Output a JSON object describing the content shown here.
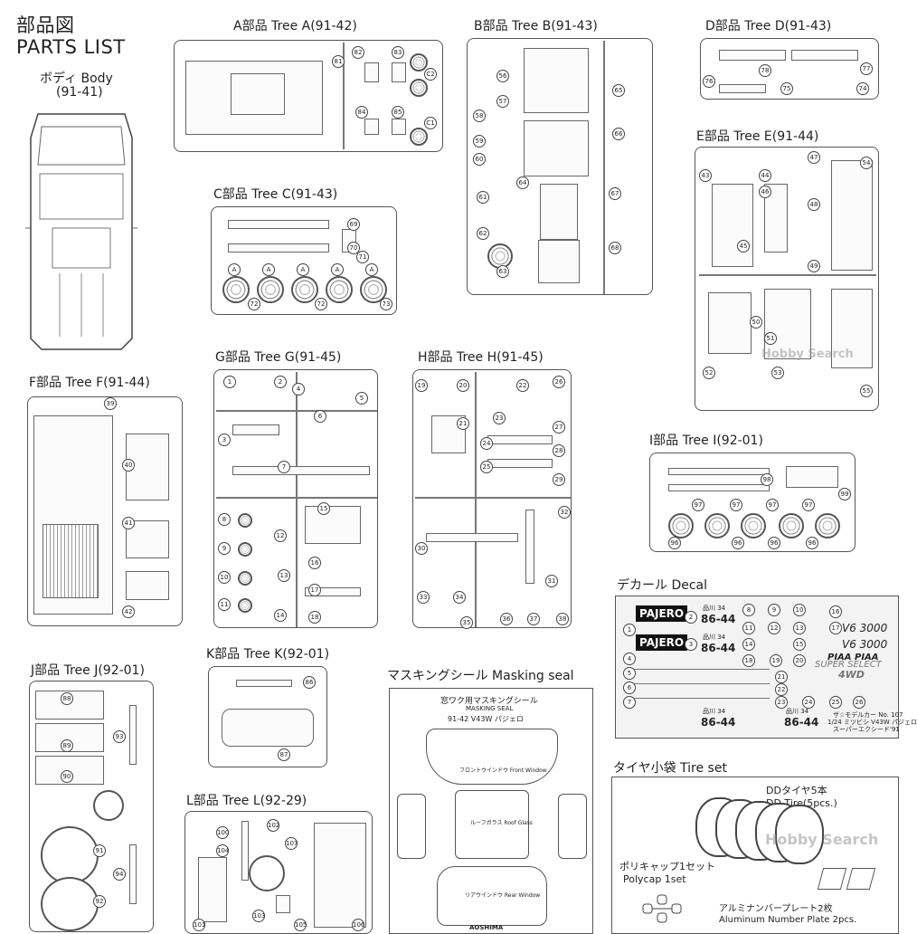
{
  "header": {
    "title_jp": "部品図",
    "title_en": "PARTS LIST"
  },
  "body": {
    "label": "ボディ Body",
    "code": "(91-41)"
  },
  "trees": {
    "a": "A部品 Tree A(91-42)",
    "b": "B部品 Tree B(91-43)",
    "c": "C部品 Tree C(91-43)",
    "d": "D部品 Tree D(91-43)",
    "e": "E部品 Tree E(91-44)",
    "f": "F部品 Tree F(91-44)",
    "g": "G部品 Tree G(91-45)",
    "h": "H部品 Tree H(91-45)",
    "i": "I部品 Tree I(92-01)",
    "j": "J部品 Tree J(92-01)",
    "k": "K部品 Tree K(92-01)",
    "l": "L部品 Tree L(92-29)"
  },
  "part_numbers": {
    "a": [
      "81",
      "82",
      "83",
      "84",
      "85",
      "C1",
      "C2"
    ],
    "b": [
      "56",
      "57",
      "58",
      "59",
      "60",
      "61",
      "62",
      "63",
      "64",
      "65",
      "66",
      "67",
      "68"
    ],
    "c": [
      "69",
      "70",
      "71",
      "72",
      "72",
      "73",
      "A",
      "A",
      "A",
      "A",
      "A"
    ],
    "d": [
      "74",
      "75",
      "76",
      "77",
      "78"
    ],
    "e": [
      "43",
      "44",
      "45",
      "46",
      "47",
      "48",
      "49",
      "50",
      "51",
      "52",
      "53",
      "54",
      "55"
    ],
    "f": [
      "39",
      "40",
      "41",
      "42"
    ],
    "g": [
      "1",
      "2",
      "3",
      "4",
      "5",
      "6",
      "7",
      "8",
      "9",
      "10",
      "11",
      "12",
      "13",
      "14",
      "15",
      "16",
      "17",
      "18"
    ],
    "h": [
      "19",
      "20",
      "21",
      "22",
      "23",
      "24",
      "25",
      "26",
      "27",
      "28",
      "29",
      "30",
      "31",
      "32",
      "33",
      "34",
      "35",
      "36",
      "37",
      "38"
    ],
    "i": [
      "98",
      "99",
      "97",
      "97",
      "97",
      "97",
      "96",
      "96",
      "96",
      "96"
    ],
    "j": [
      "88",
      "89",
      "90",
      "91",
      "92",
      "93",
      "94"
    ],
    "k": [
      "86",
      "87"
    ],
    "l": [
      "100",
      "101",
      "102",
      "103",
      "104",
      "105",
      "106",
      "107"
    ]
  },
  "decal": {
    "label": "デカール Decal",
    "plate_brand": "PAJERO",
    "plate_number": "86-44",
    "plate_region": "品川 34",
    "v6": "V6 3000",
    "piaa": "PIAA PIAA",
    "super_select": "SUPER SELECT",
    "fourwd": "4WD",
    "footnote_1": "ザ☆モデルカー No. 107",
    "footnote_2": "1/24 ミツビシ V43W パジェロ",
    "footnote_3": "スーパーエクシード'91",
    "numbers": [
      "1",
      "2",
      "3",
      "4",
      "5",
      "6",
      "7",
      "8",
      "9",
      "10",
      "11",
      "12",
      "13",
      "14",
      "15",
      "16",
      "17",
      "18",
      "19",
      "20",
      "21",
      "22",
      "23",
      "24",
      "25",
      "26"
    ]
  },
  "masking": {
    "label": "マスキングシール Masking seal",
    "title_jp": "窓ワク用マスキングシール",
    "title_en": "MASKING SEAL",
    "code": "91-42 V43W パジェロ",
    "front": "フロントウインドウ Front Window",
    "roof": "ルーフガラス Roof Glass",
    "rear": "リアウインドウ Rear Window",
    "maker": "AOSHIMA"
  },
  "tire_set": {
    "label": "タイヤ小袋 Tire set",
    "dd_jp": "DDタイヤ5本",
    "dd_en": "DD Tire(5pcs.)",
    "poly_jp": "ポリキャップ1セット",
    "poly_en": "Polycap 1set",
    "plate_jp": "アルミナンバープレート2枚",
    "plate_en": "Aluminum Number Plate 2pcs."
  },
  "watermark": "Hobby Search"
}
